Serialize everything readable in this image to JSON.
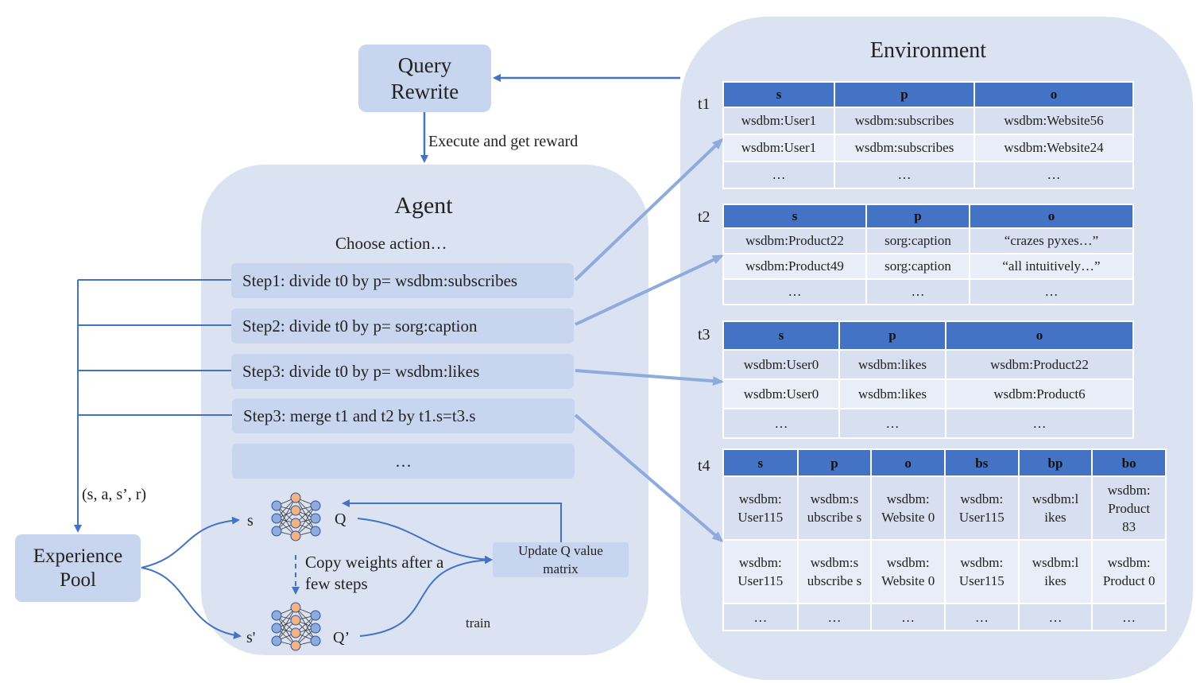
{
  "query_rewrite": {
    "label": "Query Rewrite"
  },
  "execute_label": "Execute and get reward",
  "agent": {
    "title": "Agent",
    "subtitle": "Choose action…",
    "steps": [
      "Step1: divide t0 by p= wsdbm:subscribes",
      "Step2: divide t0 by p= sorg:caption",
      "Step3: divide t0 by p= wsdbm:likes",
      "Step3: merge t1 and t2 by t1.s=t3.s",
      "…"
    ],
    "transition_label": "(s, a, s’, r)",
    "s_label": "s",
    "q_label": "Q",
    "s_prime_label": "s'",
    "q_prime_label": "Q’",
    "copy_label": "Copy weights after a few steps",
    "update_label": "Update Q value matrix",
    "train_label": "train"
  },
  "experience_pool": {
    "label": "Experience Pool"
  },
  "environment": {
    "title": "Environment",
    "tables": [
      {
        "name": "t1",
        "headers": [
          "s",
          "p",
          "o"
        ],
        "rows": [
          [
            "wsdbm:User1",
            "wsdbm:subscribes",
            "wsdbm:Website56"
          ],
          [
            "wsdbm:User1",
            "wsdbm:subscribes",
            "wsdbm:Website24"
          ],
          [
            "…",
            "…",
            "…"
          ]
        ]
      },
      {
        "name": "t2",
        "headers": [
          "s",
          "p",
          "o"
        ],
        "rows": [
          [
            "wsdbm:Product22",
            "sorg:caption",
            "“crazes pyxes…”"
          ],
          [
            "wsdbm:Product49",
            "sorg:caption",
            "“all intuitively…”"
          ],
          [
            "…",
            "…",
            "…"
          ]
        ]
      },
      {
        "name": "t3",
        "headers": [
          "s",
          "p",
          "o"
        ],
        "rows": [
          [
            "wsdbm:User0",
            "wsdbm:likes",
            "wsdbm:Product22"
          ],
          [
            "wsdbm:User0",
            "wsdbm:likes",
            "wsdbm:Product6"
          ],
          [
            "…",
            "…",
            "…"
          ]
        ]
      },
      {
        "name": "t4",
        "headers": [
          "s",
          "p",
          "o",
          "bs",
          "bp",
          "bo"
        ],
        "rows": [
          [
            "wsdbm: User115",
            "wsdbm:s ubscribe s",
            "wsdbm: Website 0",
            "wsdbm: User115",
            "wsdbm:l ikes",
            "wsdbm: Product 83"
          ],
          [
            "wsdbm: User115",
            "wsdbm:s ubscribe s",
            "wsdbm: Website 0",
            "wsdbm: User115",
            "wsdbm:l ikes",
            "wsdbm: Product 0"
          ],
          [
            "…",
            "…",
            "…",
            "…",
            "…",
            "…"
          ]
        ]
      }
    ]
  },
  "colors": {
    "panel": "#dbe3f3",
    "box": "#c8d5ee",
    "header": "#4472c4",
    "arrow": "#4472c4",
    "light_arrow": "#8faadc",
    "node_orange": "#f4b183",
    "node_blue": "#8faadc"
  }
}
